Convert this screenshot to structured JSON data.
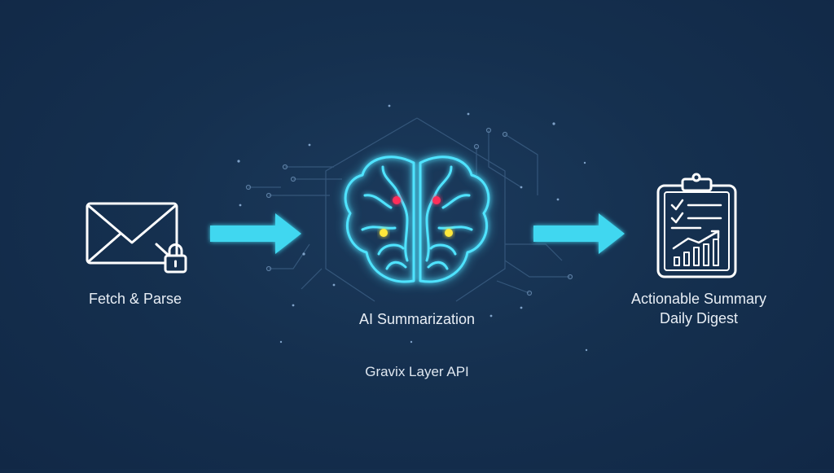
{
  "diagram": {
    "steps": [
      {
        "id": "fetch",
        "icon": "envelope-lock-icon",
        "label": "Fetch & Parse"
      },
      {
        "id": "ai",
        "icon": "brain-icon",
        "label": "AI Summarization",
        "sublabel": "Gravix Layer API"
      },
      {
        "id": "output",
        "icon": "clipboard-chart-icon",
        "label_line1": "Actionable Summary",
        "label_line2": "Daily Digest"
      }
    ],
    "colors": {
      "background": "#14304f",
      "arrow": "#3fd7f0",
      "icon_stroke": "#ffffff",
      "brain_stroke": "#4fe3ff",
      "node_red": "#ff2e5a",
      "node_yellow": "#ffe83a"
    }
  }
}
